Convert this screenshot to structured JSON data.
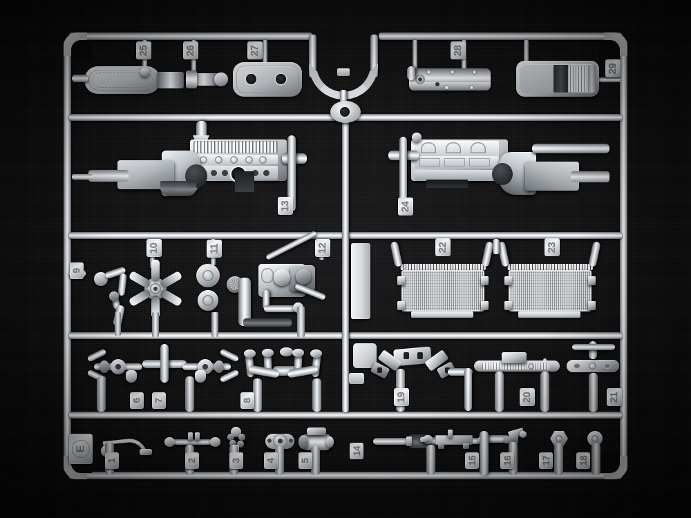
{
  "scene": {
    "title": "Model Kit Sprue Frame E",
    "subject": "injection-molded plastic model parts tree",
    "sprue_letter": "E",
    "background_color": "#0b0b0c",
    "plastic_color": "#c9ced3",
    "part_count": 29
  },
  "sprue": {
    "letter_badge": "E",
    "letter_badge_name": "sprue-letter-badge"
  },
  "rows": [
    {
      "id": "row-1",
      "name": "top-row",
      "parts": [
        {
          "number": "25",
          "name": "oil-pan-part",
          "label": "25"
        },
        {
          "number": "26",
          "name": "small-fitting-part",
          "label": "26"
        },
        {
          "number": "27",
          "name": "valve-cover-part",
          "label": "27"
        },
        {
          "number": "28",
          "name": "intake-manifold-part",
          "label": "28"
        },
        {
          "number": "29",
          "name": "oil-pan-alt-part",
          "label": "29"
        }
      ]
    },
    {
      "id": "row-2",
      "name": "engine-row",
      "parts": [
        {
          "number": "13",
          "name": "engine-transmission-left-part",
          "label": "13"
        },
        {
          "number": "24",
          "name": "engine-transmission-right-part",
          "label": "24"
        }
      ]
    },
    {
      "id": "row-3",
      "name": "accessory-row",
      "parts": [
        {
          "number": "9",
          "name": "coolant-pipe-part",
          "label": "9"
        },
        {
          "number": "10",
          "name": "cooling-fan-part",
          "label": "10"
        },
        {
          "number": "11",
          "name": "pulley-belt-part",
          "label": "11"
        },
        {
          "number": "12",
          "name": "carburetor-assembly-part",
          "label": "12"
        },
        {
          "number": "22",
          "name": "radiator-left-part",
          "label": "22"
        },
        {
          "number": "23",
          "name": "radiator-right-part",
          "label": "23"
        }
      ]
    },
    {
      "id": "row-4",
      "name": "manifold-row",
      "parts": [
        {
          "number": "6",
          "name": "axle-assembly-left-part",
          "label": "6"
        },
        {
          "number": "7",
          "name": "axle-assembly-right-part",
          "label": "7"
        },
        {
          "number": "8",
          "name": "exhaust-header-part",
          "label": "8"
        },
        {
          "number": "19",
          "name": "linkage-bracket-part",
          "label": "19"
        },
        {
          "number": "20",
          "name": "crossmember-part",
          "label": "20"
        },
        {
          "number": "21",
          "name": "yoke-part",
          "label": "21"
        }
      ]
    },
    {
      "id": "row-5",
      "name": "small-parts-row",
      "parts": [
        {
          "number": "1",
          "name": "coolant-hose-part",
          "label": "1"
        },
        {
          "number": "2",
          "name": "linkage-rod-part",
          "label": "2"
        },
        {
          "number": "3",
          "name": "distributor-part",
          "label": "3"
        },
        {
          "number": "4",
          "name": "pulley-flange-part",
          "label": "4"
        },
        {
          "number": "5",
          "name": "starter-motor-part",
          "label": "5"
        },
        {
          "number": "14",
          "name": "driveshaft-part",
          "label": "14"
        },
        {
          "number": "15",
          "name": "steering-rack-part",
          "label": "15"
        },
        {
          "number": "16",
          "name": "small-bracket-part",
          "label": "16"
        },
        {
          "number": "17",
          "name": "hex-fitting-part",
          "label": "17"
        },
        {
          "number": "18",
          "name": "cap-fitting-part",
          "label": "18"
        }
      ]
    }
  ]
}
